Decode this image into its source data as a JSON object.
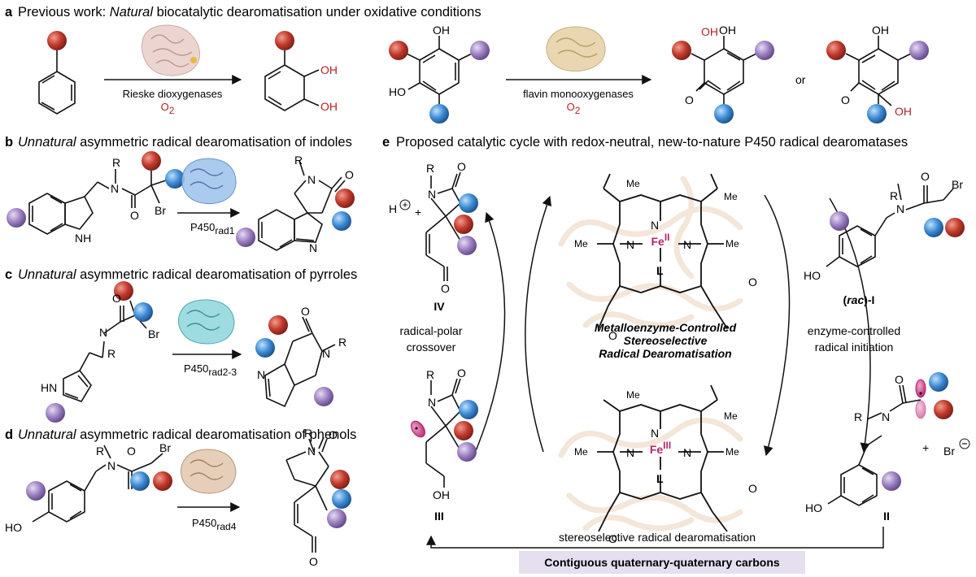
{
  "colors": {
    "red_sphere": "#c0392b",
    "blue_sphere": "#3d8bd6",
    "purple_sphere": "#9b7fc0",
    "oxygen_red": "#b22222",
    "iron_magenta": "#b5246e",
    "protein_tan": "#d9a877",
    "protein_blue": "#5b8fd4",
    "protein_cyan": "#3bb7c7",
    "banner_bg": "#e6dff0"
  },
  "panel_a": {
    "letter": "a",
    "title_prefix": "Previous work: ",
    "title_em": "Natural",
    "title_rest": " biocatalytic dearomatisation under oxidative conditions",
    "arrow1_label": "Rieske dioxygenases",
    "arrow1_reagent": "O",
    "arrow1_reagent_sub": "2",
    "arrow2_label": "flavin monooxygenases",
    "arrow2_reagent": "O",
    "arrow2_reagent_sub": "2",
    "or_text": "or"
  },
  "panel_b": {
    "letter": "b",
    "title_em": "Unnatural",
    "title_rest": " asymmetric radical dearomatisation of indoles",
    "enzyme": "P450",
    "enzyme_sub": "rad1"
  },
  "panel_c": {
    "letter": "c",
    "title_em": "Unnatural",
    "title_rest": " asymmetric radical dearomatisation of pyrroles",
    "enzyme": "P450",
    "enzyme_sub": "rad2-3"
  },
  "panel_d": {
    "letter": "d",
    "title_em": "Unnatural",
    "title_rest": " asymmetric radical dearomatisation of phenols",
    "enzyme": "P450",
    "enzyme_sub": "rad4"
  },
  "panel_e": {
    "letter": "e",
    "title": "Proposed catalytic cycle with redox-neutral, new-to-nature P450 radical dearomatases",
    "center_line1": "Metalloenzyme-Controlled",
    "center_line2": "Stereoselective",
    "center_line3": "Radical Dearomatisation",
    "left_label_line1": "radical-polar",
    "left_label_line2": "crossover",
    "right_label_line1": "enzyme-controlled",
    "right_label_line2": "radical initiation",
    "bottom_label": "stereoselective radical dearomatisation",
    "banner": "Contiguous quaternary-quaternary carbons",
    "fe_top": "Fe",
    "fe_top_sup": "II",
    "fe_bottom": "Fe",
    "fe_bottom_sup": "III",
    "ligand": "L",
    "methyl": "Me",
    "compound_rac_open": "(",
    "compound_rac": "rac",
    "compound_rac_close": ")-I",
    "compound_II": "II",
    "compound_III": "III",
    "compound_IV": "IV",
    "proton": "H",
    "plus": "+",
    "bromide": "Br"
  },
  "atoms": {
    "R": "R",
    "N": "N",
    "O": "O",
    "Br": "Br",
    "HO": "HO",
    "OH": "OH",
    "HN": "HN",
    "NH": "H"
  }
}
